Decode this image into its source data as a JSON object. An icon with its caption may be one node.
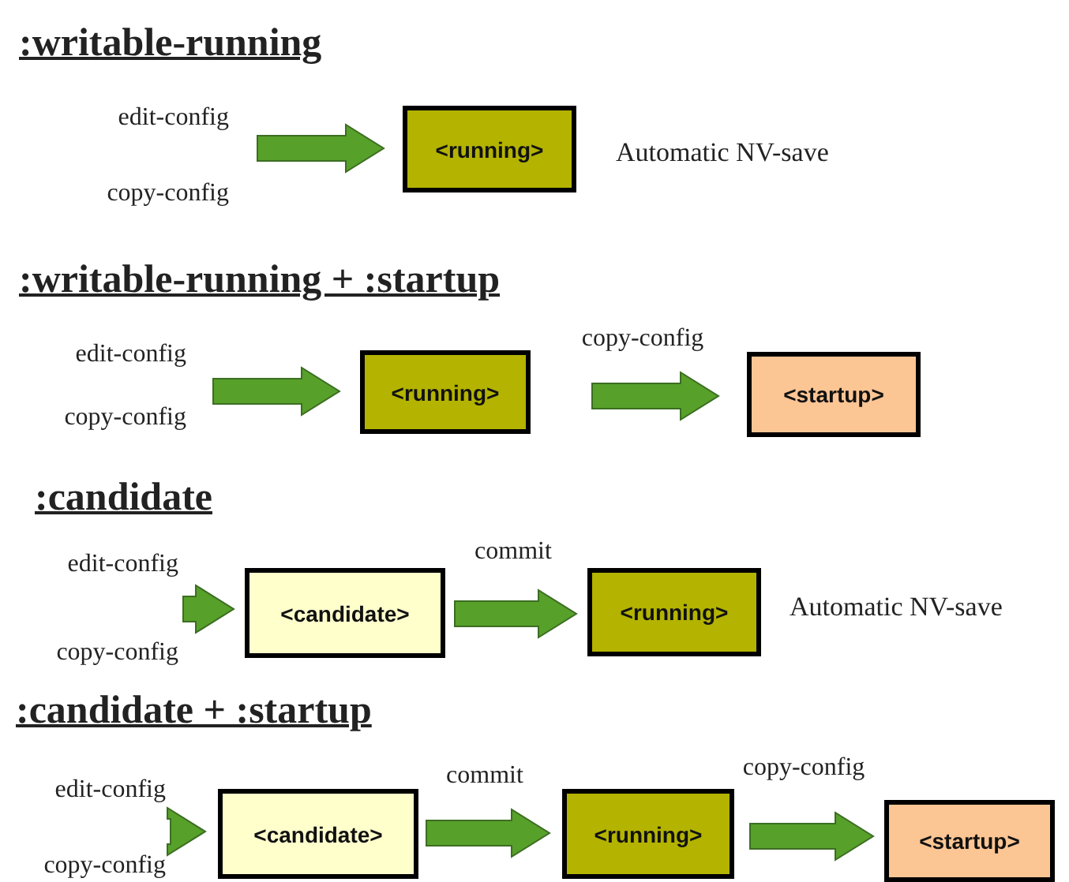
{
  "diagram": {
    "nodes": [
      {
        "text": [
          "edit-config",
          "copy-config"
        ]
      },
      {
        "text": [
          "<running>"
        ],
        "beside": [
          "Automatic NV-save"
        ]
      },
      {
        "text": [
          "edit-config",
          "copy-config"
        ]
      },
      {
        "text": [
          "<running>"
        ]
      },
      {
        "text": [
          "<startup>"
        ]
      },
      {
        "text": [
          "edit-config",
          "copy-config"
        ]
      },
      {
        "text": [
          "<candidate>"
        ]
      },
      {
        "text": [
          "<running>"
        ],
        "beside": [
          "Automatic NV-save"
        ]
      },
      {
        "text": [
          "edit-config",
          "copy-config"
        ]
      },
      {
        "text": [
          "<candidate>"
        ]
      },
      {
        "text": [
          "<running>"
        ]
      },
      {
        "text": [
          "<startup>"
        ]
      }
    ],
    "edges": [
      {
        "from": 0,
        "to": 1,
        "arrow": "to"
      },
      {
        "from": 2,
        "to": 3,
        "arrow": "to"
      },
      {
        "from": 3,
        "to": 4,
        "arrow": "to",
        "label": "copy-config"
      },
      {
        "from": 5,
        "to": 6,
        "arrow": "to"
      },
      {
        "from": 6,
        "to": 7,
        "arrow": "to",
        "label": "commit"
      },
      {
        "from": 8,
        "to": 9,
        "arrow": "to"
      },
      {
        "from": 9,
        "to": 10,
        "arrow": "to",
        "label": "commit"
      },
      {
        "from": 10,
        "to": 11,
        "arrow": "to",
        "label": "copy-config"
      }
    ],
    "labels": [
      ":writable-running",
      ":writable-running + :startup",
      ":candidate",
      ":candidate + :startup"
    ]
  }
}
